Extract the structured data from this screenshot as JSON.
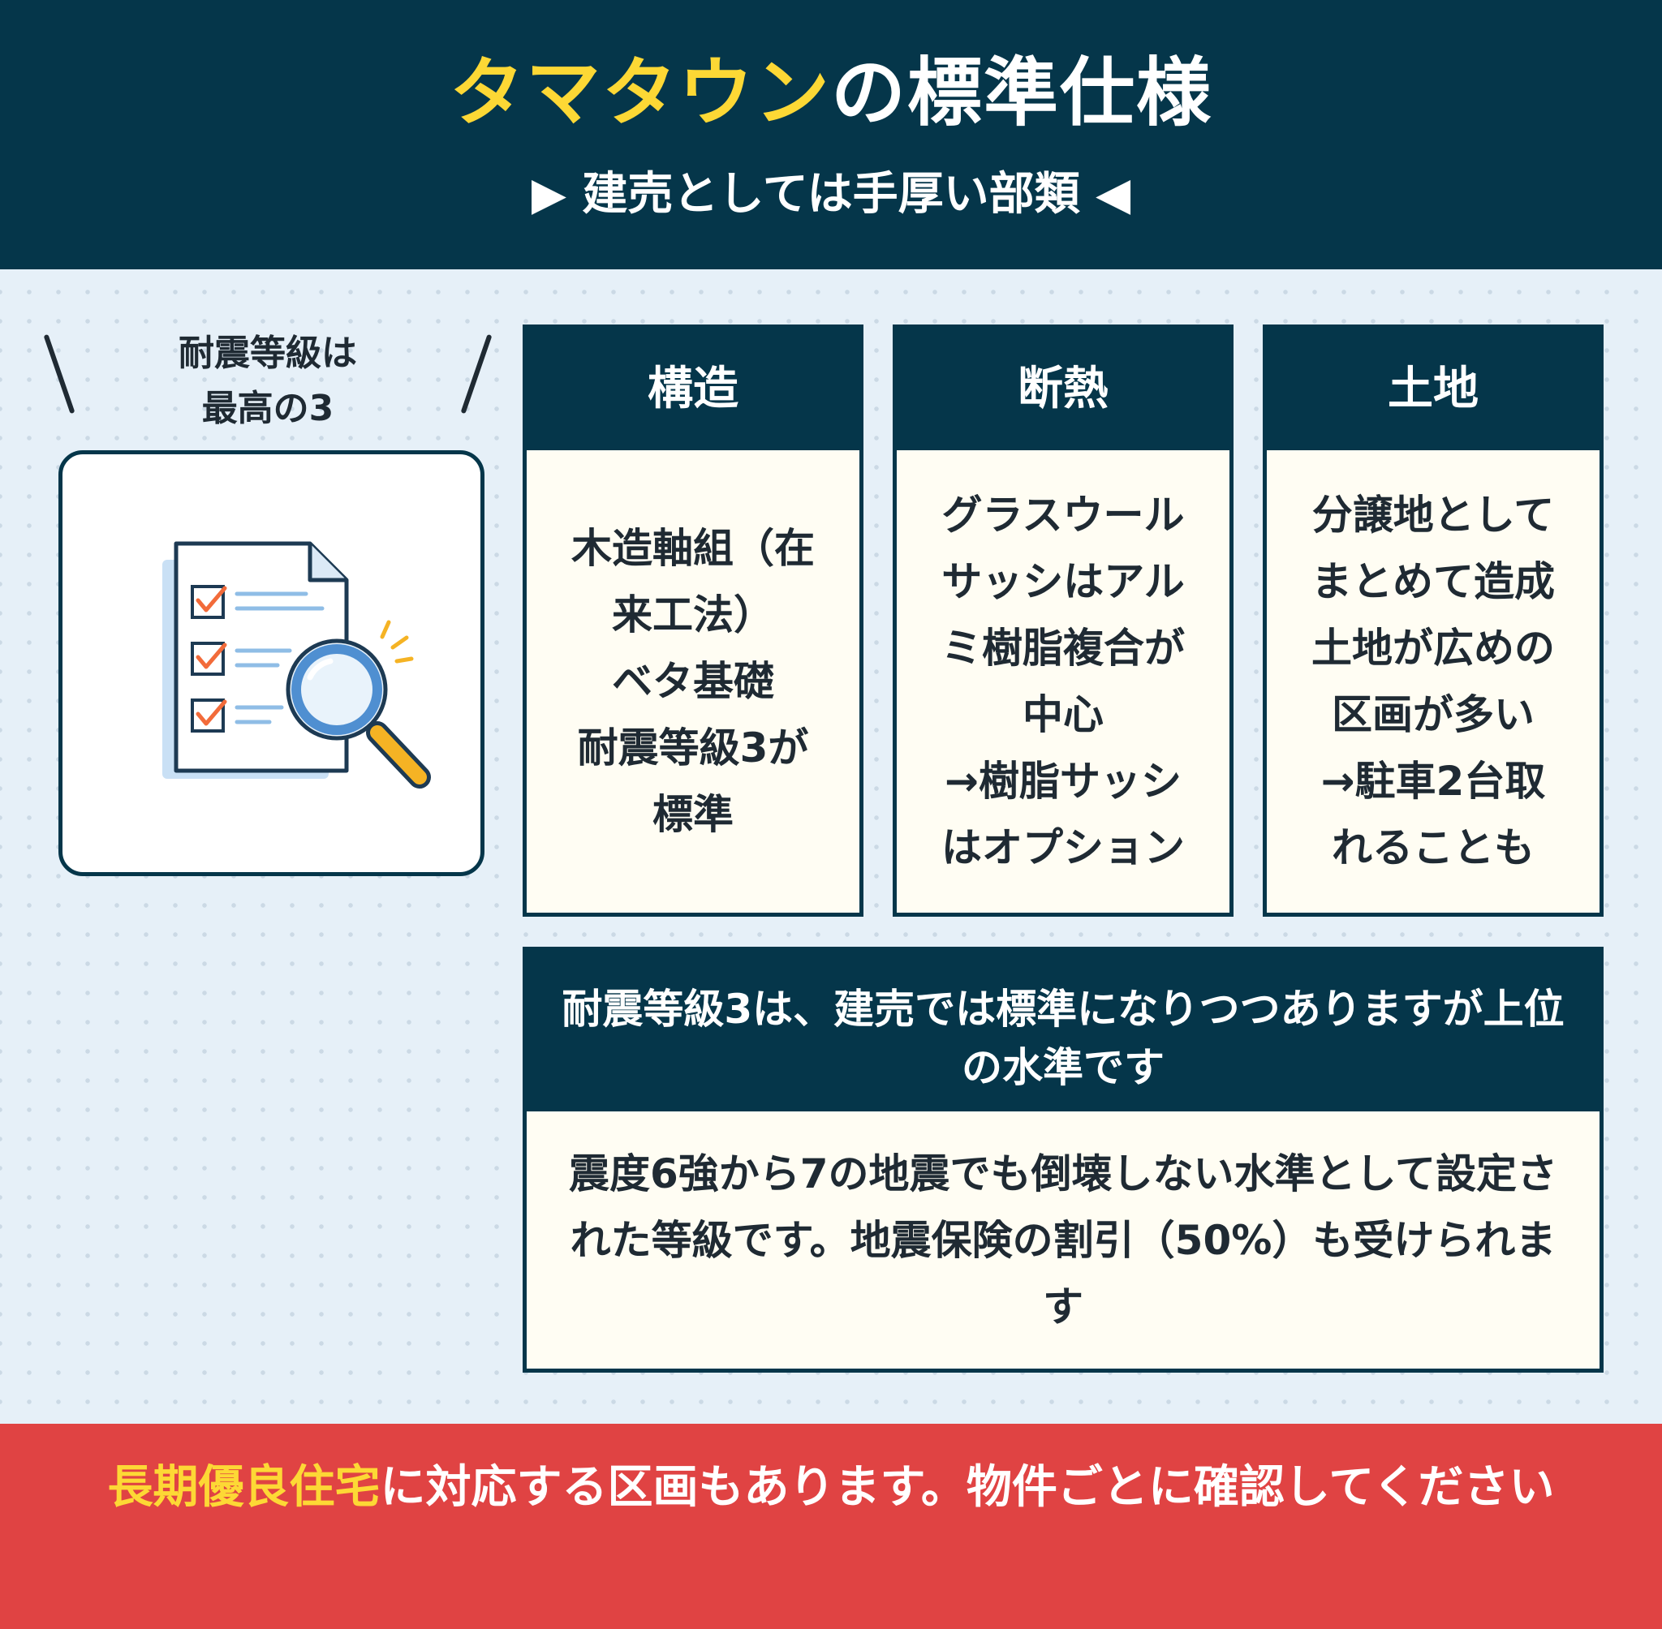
{
  "header": {
    "title_accent": "タマタウン",
    "title_rest": "の標準仕様",
    "subtitle": "▶ 建売としては手厚い部類 ◀"
  },
  "side": {
    "label_line1": "耐震等級は",
    "label_line2": "最高の3",
    "icon": "checklist-magnifier-icon"
  },
  "columns": [
    {
      "title": "構造",
      "body": "木造軸組（在\n来工法）\nベタ基礎\n耐震等級3が\n標準"
    },
    {
      "title": "断熱",
      "body": "グラスウール\nサッシはアル\nミ樹脂複合が\n中心\n→樹脂サッシ\nはオプション"
    },
    {
      "title": "土地",
      "body": "分譲地として\nまとめて造成\n土地が広めの\n区画が多い\n→駐車2台取\nれることも"
    }
  ],
  "note": {
    "heading": "耐震等級3は、建売では標準になりつつありますが上位の水準です",
    "body": "震度6強から7の地震でも倒壊しない水準として設定された等級です。地震保険の割引（50%）も受けられます"
  },
  "footer": {
    "accent": "長期優良住宅",
    "rest": "に対応する区画もあります。物件ごとに確認してください"
  },
  "colors": {
    "navy": "#05364a",
    "yellow": "#fdd835",
    "red": "#e04343",
    "cream": "#fffdf3",
    "background": "#e6f0f8"
  }
}
